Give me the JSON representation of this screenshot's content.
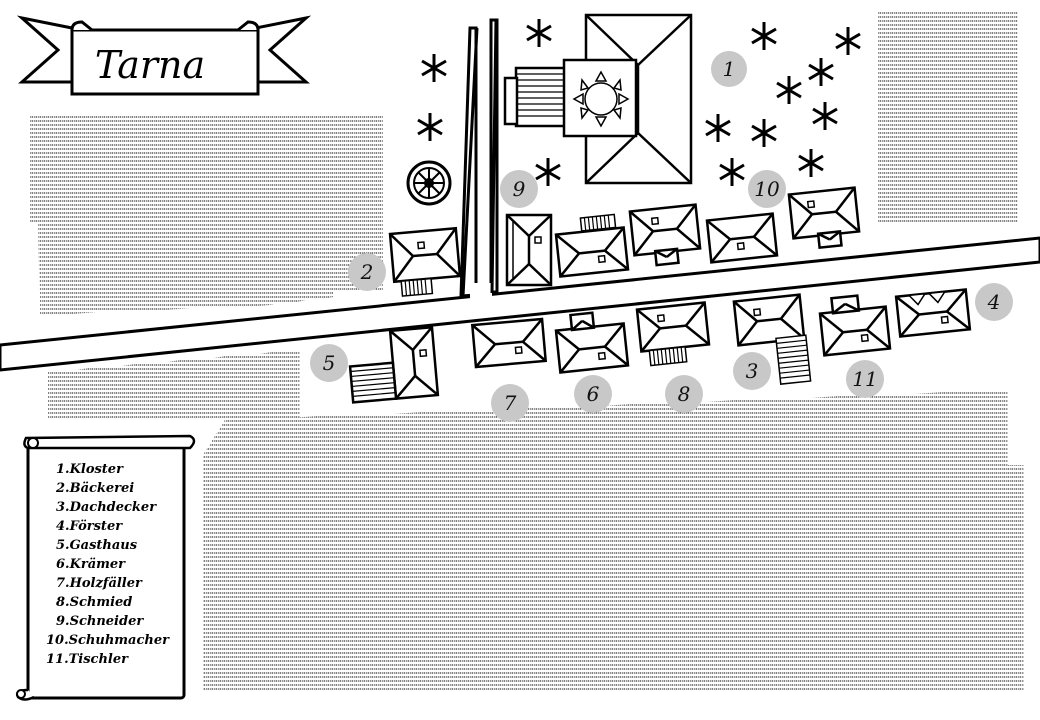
{
  "title": "Tarna",
  "legend": [
    {
      "num": "1",
      "label": "Kloster"
    },
    {
      "num": "2",
      "label": "Bäckerei"
    },
    {
      "num": "3",
      "label": "Dachdecker"
    },
    {
      "num": "4",
      "label": "Förster"
    },
    {
      "num": "5",
      "label": "Gasthaus"
    },
    {
      "num": "6",
      "label": "Krämer"
    },
    {
      "num": "7",
      "label": "Holzfäller"
    },
    {
      "num": "8",
      "label": "Schmied"
    },
    {
      "num": "9",
      "label": "Schneider"
    },
    {
      "num": "10",
      "label": "Schuhmacher"
    },
    {
      "num": "11",
      "label": "Tischler"
    }
  ],
  "markers": [
    "1",
    "2",
    "3",
    "4",
    "5",
    "6",
    "7",
    "8",
    "9",
    "10",
    "11"
  ],
  "colors": {
    "ink": "#000000",
    "marker": "#c8c8c8",
    "paper": "#ffffff"
  },
  "icons": [
    "banner-scroll",
    "legend-scroll",
    "tree-asterisk",
    "wheel-icon",
    "sun-icon",
    "house-icon"
  ]
}
